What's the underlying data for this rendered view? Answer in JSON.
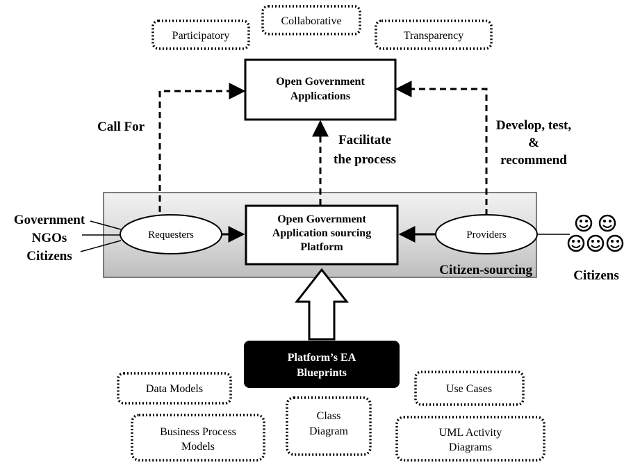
{
  "principles": {
    "participatory": "Participatory",
    "collaborative": "Collaborative",
    "transparency": "Transparency"
  },
  "apps_box": {
    "line1": "Open Government",
    "line2": "Applications"
  },
  "edge_labels": {
    "call_for": "Call For",
    "facilitate_1": "Facilitate",
    "facilitate_2": "the process",
    "develop_1": "Develop, test,",
    "develop_2": "&",
    "develop_3": "recommend"
  },
  "sources": {
    "government": "Government",
    "ngos": "NGOs",
    "citizens": "Citizens"
  },
  "requesters": "Requesters",
  "providers": "Providers",
  "platform_box": {
    "line1": "Open Government",
    "line2": "Application sourcing",
    "line3": "Platform"
  },
  "citizen_sourcing": "Citizen-sourcing",
  "citizens_label": "Citizens",
  "ea_box": {
    "line1": "Platform’s EA",
    "line2": "Blueprints"
  },
  "blueprints": {
    "data_models": "Data Models",
    "use_cases": "Use Cases",
    "class_diagram_1": "Class",
    "class_diagram_2": "Diagram",
    "bpm_1": "Business Process",
    "bpm_2": "Models",
    "uml_1": "UML Activity",
    "uml_2": "Diagrams"
  },
  "colors": {
    "panel_fill": "#d9d9d9",
    "ea_box_fill": "#000000",
    "line": "#000000"
  }
}
